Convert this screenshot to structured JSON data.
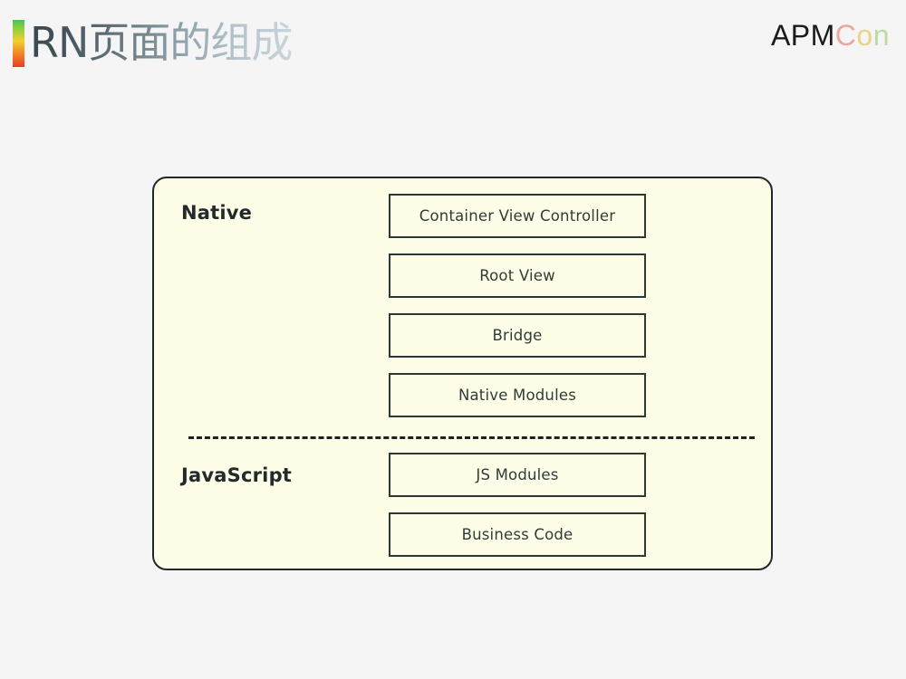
{
  "slide": {
    "title": "RN页面的组成",
    "background_color": "#f5f5f5",
    "accent_bar_colors": [
      "#46c25a",
      "#f2cf2e",
      "#ea3b26"
    ],
    "title_gradient": [
      "#37474f",
      "#c9d6db"
    ]
  },
  "brand": {
    "apm": "APM",
    "c": "C",
    "o": "o",
    "n": "n",
    "colors": {
      "apm": "#1b1b1b",
      "c": "#e8a9a0",
      "o": "#e8d48a",
      "n": "#bcd9a8"
    }
  },
  "diagram": {
    "background_color": "#fdfde8",
    "border_color": "#22282a",
    "box_border_color": "#2c3a36",
    "sections": [
      {
        "label": "Native"
      },
      {
        "label": "JavaScript"
      }
    ],
    "divider": "dashed",
    "layers": [
      {
        "label": "Container View Controller",
        "section": "Native"
      },
      {
        "label": "Root View",
        "section": "Native"
      },
      {
        "label": "Bridge",
        "section": "Native"
      },
      {
        "label": "Native Modules",
        "section": "Native"
      },
      {
        "label": "JS Modules",
        "section": "JavaScript"
      },
      {
        "label": "Business Code",
        "section": "JavaScript"
      }
    ]
  }
}
